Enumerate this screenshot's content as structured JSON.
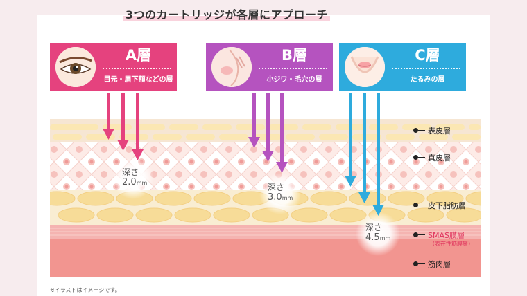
{
  "title": "3つのカートリッジが各層にアプローチ",
  "colors": {
    "a": "#e5427e",
    "b": "#b553bf",
    "c": "#2eabdd",
    "epidermis": "#f6e6d3",
    "dermis": "#fde9e5",
    "fat": "#f8e9c4",
    "smas": "#f5b4b1",
    "muscle": "#f39893"
  },
  "cartridges": [
    {
      "layer": "A層",
      "description": "目元・眉下額などの層",
      "icon": "eye-icon",
      "depth_label": "深さ",
      "depth_value": "2.0",
      "depth_unit": "mm"
    },
    {
      "layer": "B層",
      "description": "小ジワ・毛穴の層",
      "icon": "cheek-icon",
      "depth_label": "深さ",
      "depth_value": "3.0",
      "depth_unit": "mm"
    },
    {
      "layer": "C層",
      "description": "たるみの層",
      "icon": "jawline-icon",
      "depth_label": "深さ",
      "depth_value": "4.5",
      "depth_unit": "mm"
    }
  ],
  "skin_layers": {
    "epidermis": "表皮層",
    "dermis": "真皮層",
    "subcutaneous_fat": "皮下脂肪層",
    "smas": "SMAS膜層",
    "smas_note": "（表在性筋膜層）",
    "muscle": "筋肉層"
  },
  "footnote": "※イラストはイメージです。"
}
